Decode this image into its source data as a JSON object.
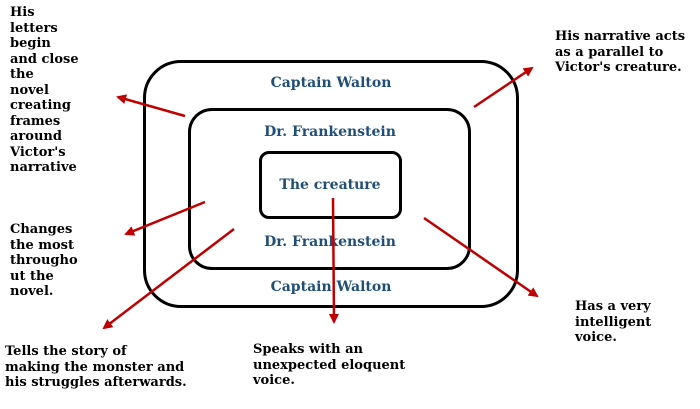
{
  "layers": {
    "outer_top": "Captain Walton",
    "middle_top": "Dr. Frankenstein",
    "center": "The creature",
    "middle_bottom": "Dr. Frankenstein",
    "outer_bottom": "Captain Walton"
  },
  "notes": {
    "letters_frame": [
      "His",
      "letters",
      "begin",
      "and close",
      "the",
      "novel",
      "creating",
      "frames",
      "around",
      "Victor's",
      "narrative"
    ],
    "changes": [
      "Changes",
      "the most",
      "througho",
      "ut the",
      "novel."
    ],
    "tells_story": [
      "Tells the story of",
      "making the monster and",
      "his struggles afterwards."
    ],
    "speaks": [
      "Speaks with an",
      "unexpected eloquent",
      "voice."
    ],
    "parallel": [
      "His narrative acts",
      "as a parallel to",
      "Victor's creature."
    ],
    "intelligent": [
      "Has a very",
      "intelligent",
      "voice."
    ]
  },
  "colors": {
    "arrow": "#c00000",
    "box_text": "#1f4e79",
    "border": "#000000"
  }
}
